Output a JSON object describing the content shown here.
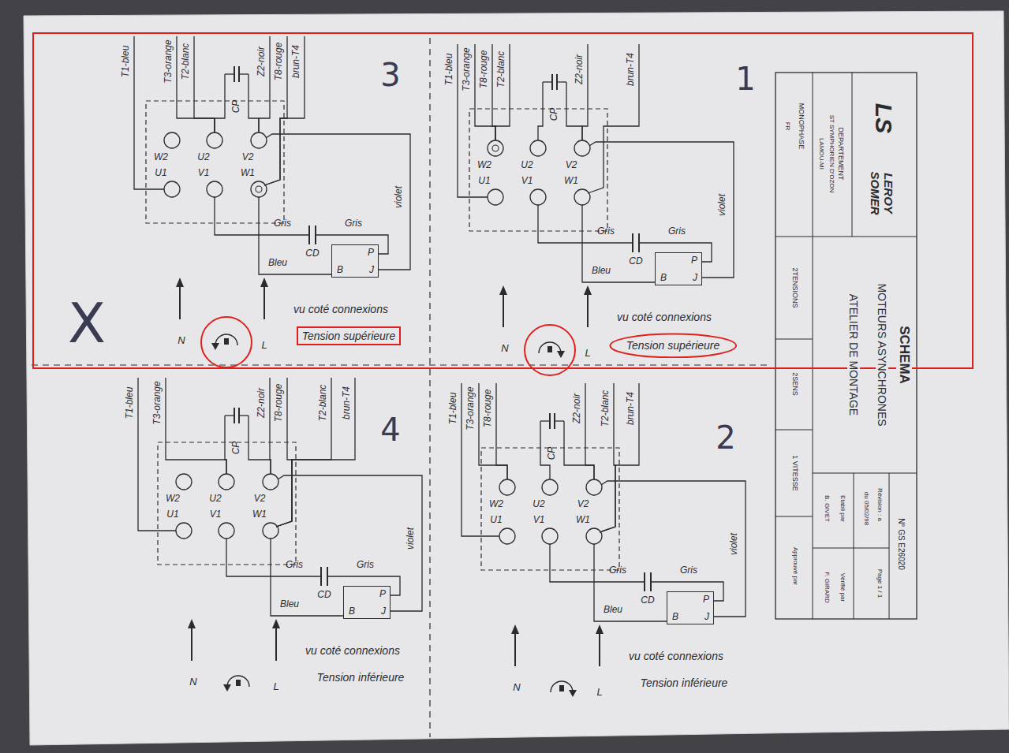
{
  "diagram": {
    "title": "SCHEMA",
    "nodes": [
      {
        "text": [
          "P",
          "J",
          "B"
        ]
      },
      {
        "text": [
          "Tension supérieure"
        ]
      },
      {
        "text": [
          "P",
          "J",
          "B"
        ]
      },
      {
        "text": [
          "Tension supérieure"
        ]
      },
      {
        "text": [
          "P",
          "J",
          "B"
        ]
      },
      {
        "text": [
          "P",
          "J",
          "B"
        ]
      }
    ],
    "labels": [
      "T1-bleu",
      "T3-orange",
      "T2-blanc",
      "CP",
      "Z2-noir",
      "T8-rouge",
      "brun-T4",
      "W2",
      "U2",
      "V2",
      "U1",
      "V1",
      "W1",
      "violet",
      "Gris",
      "Gris",
      "CD",
      "Bleu",
      "vu coté connexions",
      "N",
      "L",
      "3",
      "X",
      "T1-bleu",
      "T3-orange",
      "T8-rouge",
      "T2-blanc",
      "CP",
      "Z2-noir",
      "brun-T4",
      "W2",
      "U2",
      "V2",
      "U1",
      "V1",
      "W1",
      "violet",
      "Gris",
      "Gris",
      "CD",
      "Bleu",
      "vu coté connexions",
      "N",
      "L",
      "1",
      "T1-bleu",
      "T3-orange",
      "CP",
      "Z2-noir",
      "T8-rouge",
      "T2-blanc",
      "brun-T4",
      "W2",
      "U2",
      "V2",
      "U1",
      "V1",
      "W1",
      "violet",
      "Gris",
      "Gris",
      "CD",
      "Bleu",
      "vu coté connexions",
      "Tension inférieure",
      "N",
      "L",
      "4",
      "T1-bleu",
      "T3-orange",
      "T8-rouge",
      "CP",
      "Z2-noir",
      "T2-blanc",
      "brun-T4",
      "W2",
      "U2",
      "V2",
      "U1",
      "V1",
      "W1",
      "violet",
      "Gris",
      "Gris",
      "CD",
      "Bleu",
      "vu coté connexions",
      "Tension inférieure",
      "N",
      "L",
      "2",
      "LS",
      "LEROY SOMER",
      "DEPARTEMENT",
      "ST SYMPHORIEN D'OZON",
      "LAMOU-MI",
      "MOTEURS ASYNCHRONES",
      "ATELIER DE MONTAGE",
      "MONOPHASE",
      "FR",
      "2TENSIONS",
      "2SENS",
      "1 VITESSE",
      "N° GS E26020",
      "Révision : a",
      "Page 1 / 1",
      "du 05/02/98",
      "Etabli par",
      "B. GIVET",
      "Vérifié par",
      "F. GIRARD",
      "Approuvé par"
    ]
  }
}
